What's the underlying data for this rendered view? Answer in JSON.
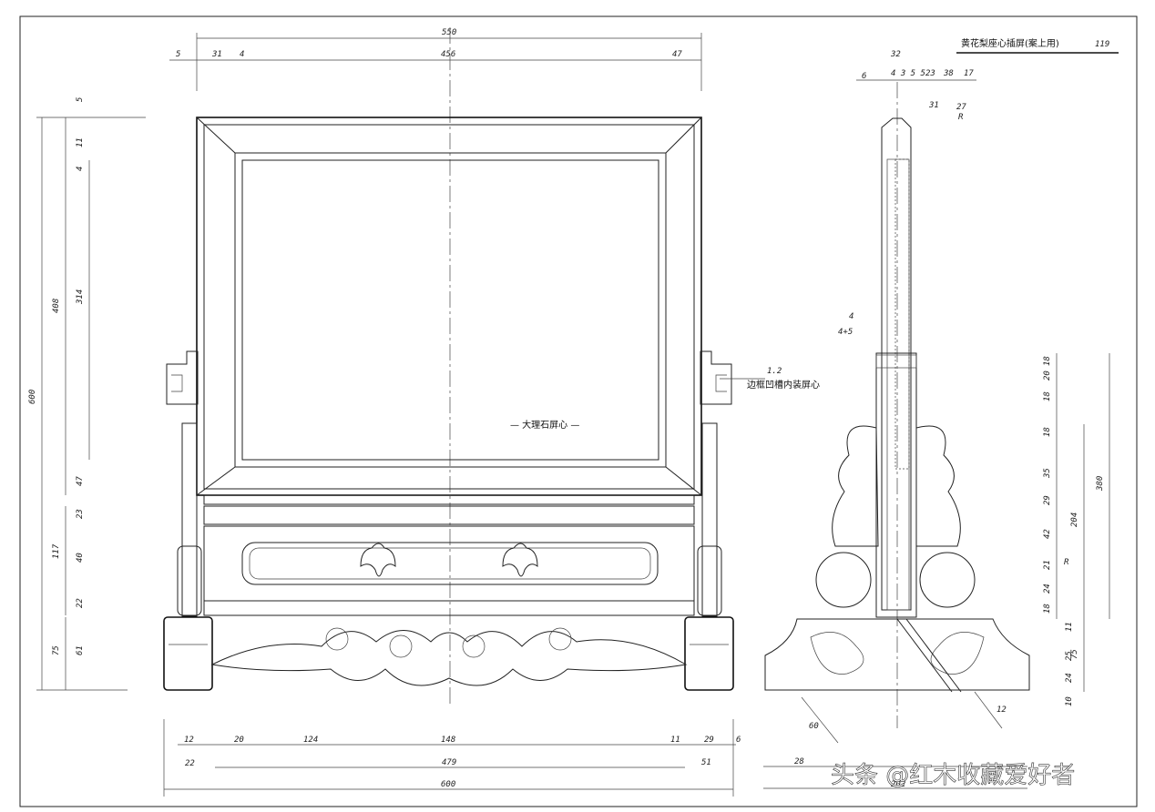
{
  "title_block": {
    "title": "黄花梨座心插屏(案上用)",
    "page": "119"
  },
  "annotations": {
    "center_label": "— 大理石屏心 —",
    "callout_a": "1.2",
    "callout_b": "边框凹槽内装屏心"
  },
  "watermark": "头条 @红木收藏爱好者",
  "front_dims": {
    "top_overall": "550",
    "top_inner": "456",
    "top_left_a": "5",
    "top_left_b": "31",
    "top_left_c": "4",
    "top_right": "47",
    "left_outer": "600",
    "left_frame": "408",
    "left_panel": "314",
    "left_top_a": "5",
    "left_top_b": "11",
    "left_top_c": "4",
    "left_rail": "47",
    "left_mid": "117",
    "left_mid_a": "23",
    "left_mid_b": "40",
    "left_mid_c": "22",
    "left_base": "75",
    "left_base_a": "61",
    "bot_a": "12",
    "bot_b": "22",
    "bot_c": "20",
    "bot_d": "124",
    "bot_e": "148",
    "bot_f": "11",
    "bot_g": "29",
    "bot_h": "6",
    "bot_inner": "479",
    "bot_right": "51",
    "bot_overall": "600"
  },
  "side_dims": {
    "top_a": "32",
    "top_b": "6",
    "top_c": "4 3 5 5",
    "top_d": "23",
    "top_e": "38",
    "top_f": "17",
    "top_g": "31",
    "top_h": "27",
    "top_r": "R",
    "mid_a": "4",
    "mid_b": "4+5",
    "right_overall": "380",
    "right_mid": "204",
    "right_base": "75",
    "r_a": "18",
    "r_b": "20",
    "r_c": "18",
    "r_d": "18",
    "r_e": "35",
    "r_f": "29",
    "r_g": "42",
    "r_h": "21",
    "r_i": "24",
    "r_j": "18",
    "r_k": "11",
    "r_l": "25",
    "r_m": "24",
    "r_n": "10",
    "r_r": "R",
    "diag_a": "60",
    "diag_b": "12",
    "bot_a": "28",
    "bot_b": "202"
  }
}
